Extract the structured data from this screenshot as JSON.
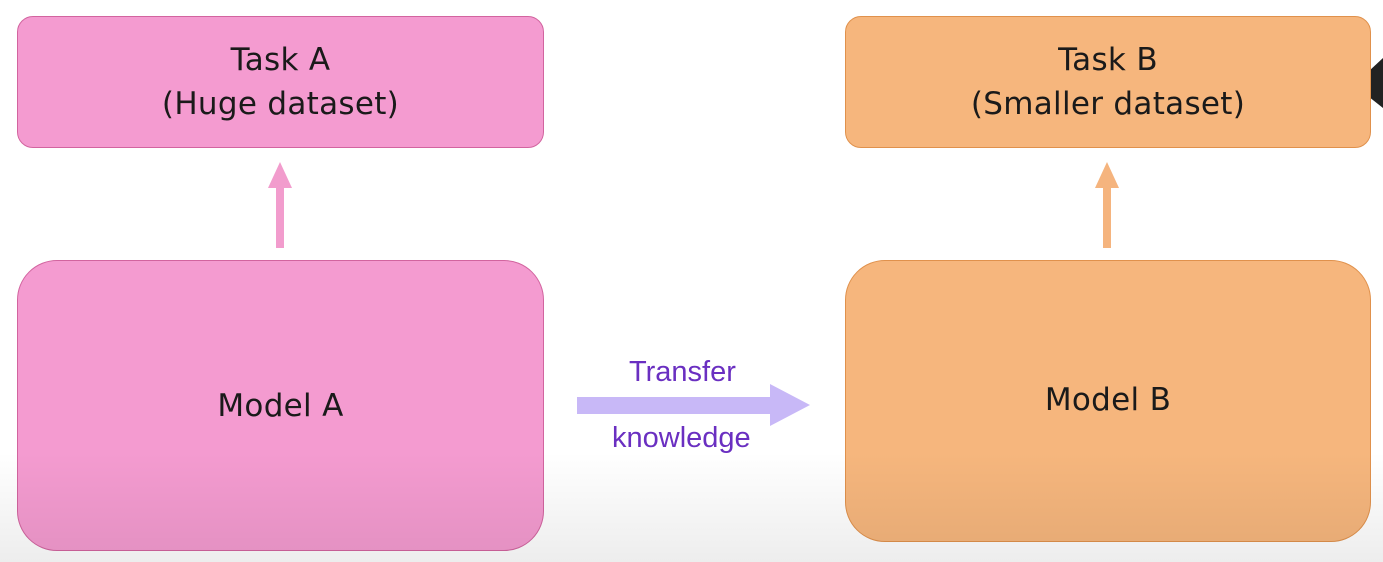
{
  "task_a": {
    "title": "Task A",
    "subtitle": "(Huge dataset)"
  },
  "task_b": {
    "title": "Task B",
    "subtitle": "(Smaller dataset)"
  },
  "model_a": {
    "label": "Model A"
  },
  "model_b": {
    "label": "Model B"
  },
  "transfer": {
    "line1": "Transfer",
    "line2": "knowledge"
  },
  "colors": {
    "pink_fill": "#f49bd0",
    "pink_border": "#d2649f",
    "orange_fill": "#f6b67d",
    "orange_border": "#e0914c",
    "pink_arrow": "#f29ccd",
    "orange_arrow": "#f5b47e",
    "transfer_arrow": "#c8b8f7",
    "transfer_text": "#6a2fc1"
  }
}
